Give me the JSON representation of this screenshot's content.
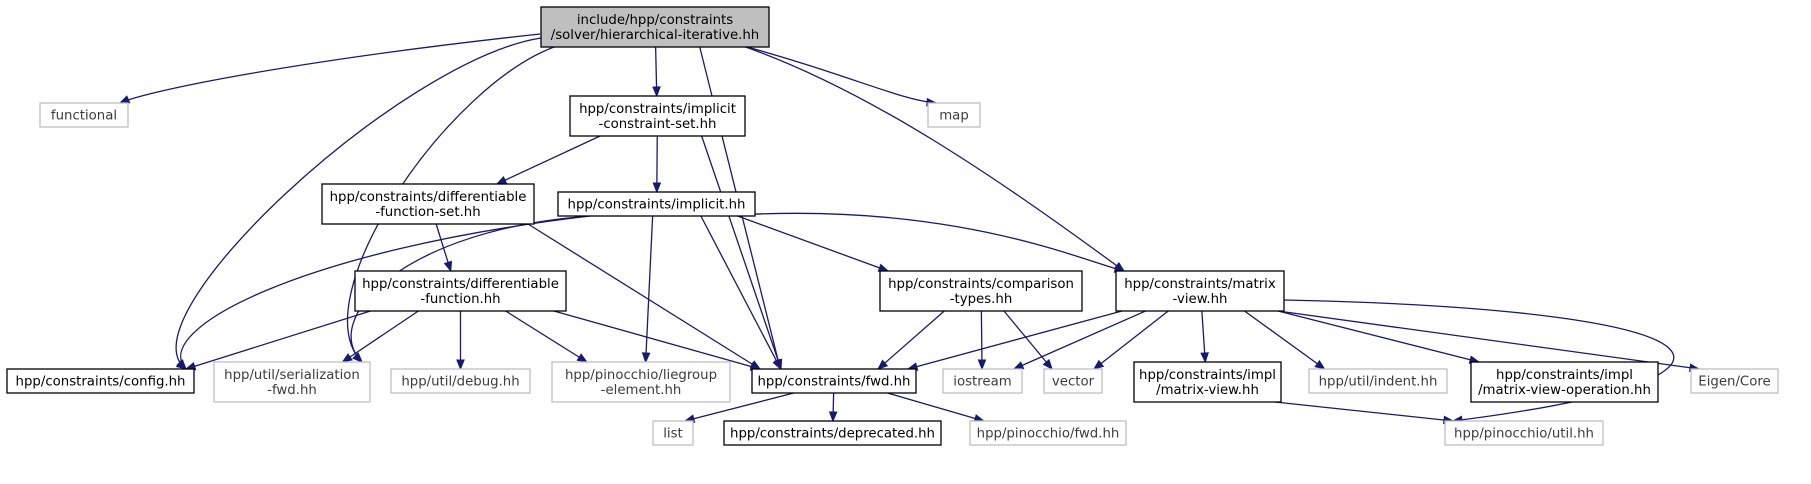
{
  "diagram": {
    "nodes": [
      {
        "id": "main",
        "kind": "main",
        "lines": [
          "include/hpp/constraints",
          "/solver/hierarchical-iterative.hh"
        ]
      },
      {
        "id": "functional",
        "kind": "ext",
        "lines": [
          "functional"
        ]
      },
      {
        "id": "map",
        "kind": "ext",
        "lines": [
          "map"
        ]
      },
      {
        "id": "implicit_cs",
        "kind": "doc",
        "lines": [
          "hpp/constraints/implicit",
          "-constraint-set.hh"
        ]
      },
      {
        "id": "diff_fs",
        "kind": "doc",
        "lines": [
          "hpp/constraints/differentiable",
          "-function-set.hh"
        ]
      },
      {
        "id": "implicit",
        "kind": "doc",
        "lines": [
          "hpp/constraints/implicit.hh"
        ]
      },
      {
        "id": "diff_f",
        "kind": "doc",
        "lines": [
          "hpp/constraints/differentiable",
          "-function.hh"
        ]
      },
      {
        "id": "comparison",
        "kind": "doc",
        "lines": [
          "hpp/constraints/comparison",
          "-types.hh"
        ]
      },
      {
        "id": "matrix_view",
        "kind": "doc",
        "lines": [
          "hpp/constraints/matrix",
          "-view.hh"
        ]
      },
      {
        "id": "config",
        "kind": "doc",
        "lines": [
          "hpp/constraints/config.hh"
        ]
      },
      {
        "id": "serialization",
        "kind": "ext",
        "lines": [
          "hpp/util/serialization",
          "-fwd.hh"
        ]
      },
      {
        "id": "debug",
        "kind": "ext",
        "lines": [
          "hpp/util/debug.hh"
        ]
      },
      {
        "id": "liegroup",
        "kind": "ext",
        "lines": [
          "hpp/pinocchio/liegroup",
          "-element.hh"
        ]
      },
      {
        "id": "fwd",
        "kind": "doc",
        "lines": [
          "hpp/constraints/fwd.hh"
        ]
      },
      {
        "id": "iostream",
        "kind": "ext",
        "lines": [
          "iostream"
        ]
      },
      {
        "id": "vector",
        "kind": "ext",
        "lines": [
          "vector"
        ]
      },
      {
        "id": "impl_mv",
        "kind": "doc",
        "lines": [
          "hpp/constraints/impl",
          "/matrix-view.hh"
        ]
      },
      {
        "id": "indent",
        "kind": "ext",
        "lines": [
          "hpp/util/indent.hh"
        ]
      },
      {
        "id": "impl_mvo",
        "kind": "doc",
        "lines": [
          "hpp/constraints/impl",
          "/matrix-view-operation.hh"
        ]
      },
      {
        "id": "eigen",
        "kind": "ext",
        "lines": [
          "Eigen/Core"
        ]
      },
      {
        "id": "list",
        "kind": "ext",
        "lines": [
          "list"
        ]
      },
      {
        "id": "deprecated",
        "kind": "doc",
        "lines": [
          "hpp/constraints/deprecated.hh"
        ]
      },
      {
        "id": "pin_fwd",
        "kind": "ext",
        "lines": [
          "hpp/pinocchio/fwd.hh"
        ]
      },
      {
        "id": "pin_util",
        "kind": "ext",
        "lines": [
          "hpp/pinocchio/util.hh"
        ]
      }
    ],
    "edges": [
      [
        "main",
        "functional"
      ],
      [
        "main",
        "implicit_cs"
      ],
      [
        "main",
        "map"
      ],
      [
        "main",
        "config"
      ],
      [
        "main",
        "serialization"
      ],
      [
        "main",
        "fwd"
      ],
      [
        "main",
        "matrix_view"
      ],
      [
        "implicit_cs",
        "diff_fs"
      ],
      [
        "implicit_cs",
        "implicit"
      ],
      [
        "implicit_cs",
        "fwd"
      ],
      [
        "diff_fs",
        "diff_f"
      ],
      [
        "diff_fs",
        "fwd"
      ],
      [
        "implicit",
        "config"
      ],
      [
        "implicit",
        "serialization"
      ],
      [
        "implicit",
        "liegroup"
      ],
      [
        "implicit",
        "fwd"
      ],
      [
        "implicit",
        "comparison"
      ],
      [
        "implicit",
        "matrix_view"
      ],
      [
        "diff_f",
        "config"
      ],
      [
        "diff_f",
        "serialization"
      ],
      [
        "diff_f",
        "debug"
      ],
      [
        "diff_f",
        "liegroup"
      ],
      [
        "diff_f",
        "fwd"
      ],
      [
        "comparison",
        "fwd"
      ],
      [
        "comparison",
        "iostream"
      ],
      [
        "comparison",
        "vector"
      ],
      [
        "matrix_view",
        "fwd"
      ],
      [
        "matrix_view",
        "iostream"
      ],
      [
        "matrix_view",
        "vector"
      ],
      [
        "matrix_view",
        "impl_mv"
      ],
      [
        "matrix_view",
        "indent"
      ],
      [
        "matrix_view",
        "impl_mvo"
      ],
      [
        "matrix_view",
        "eigen"
      ],
      [
        "matrix_view",
        "pin_util"
      ],
      [
        "impl_mv",
        "pin_util"
      ],
      [
        "fwd",
        "list"
      ],
      [
        "fwd",
        "deprecated"
      ],
      [
        "fwd",
        "pin_fwd"
      ]
    ]
  }
}
